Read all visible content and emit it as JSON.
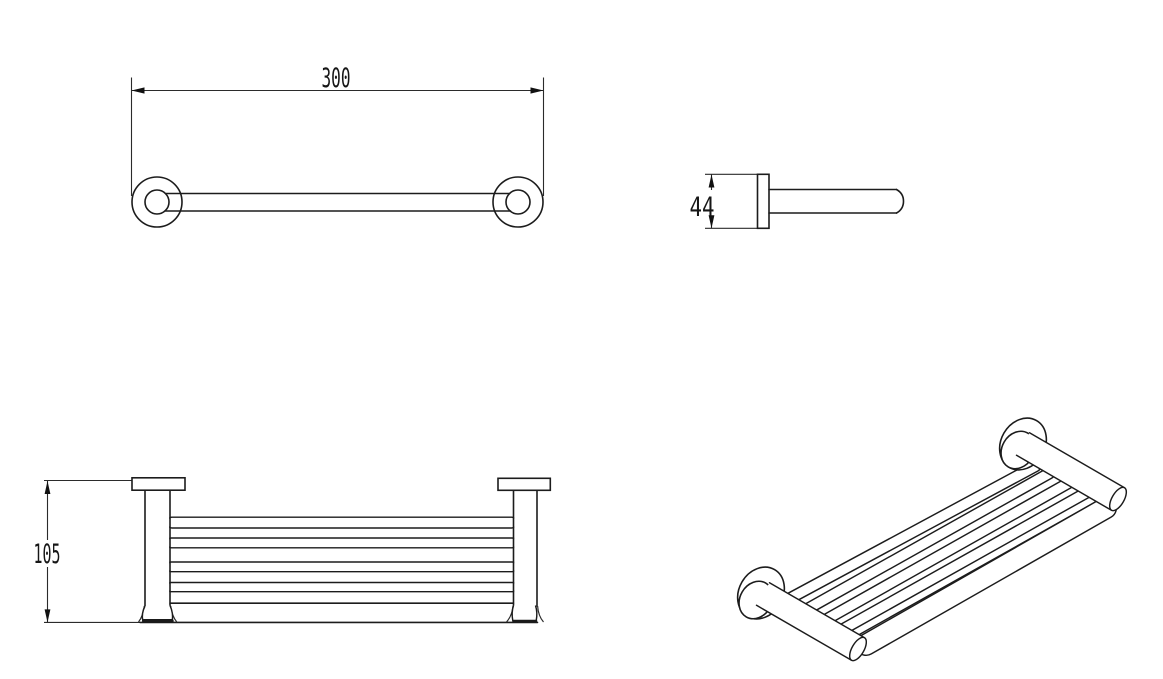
{
  "colors": {
    "background": "#ffffff",
    "line": "#1c1c1c",
    "dimension_line": "#2b2b2b",
    "text": "#161616"
  },
  "dimensions": {
    "front_width": "300",
    "side_height": "44",
    "plan_depth": "105"
  }
}
